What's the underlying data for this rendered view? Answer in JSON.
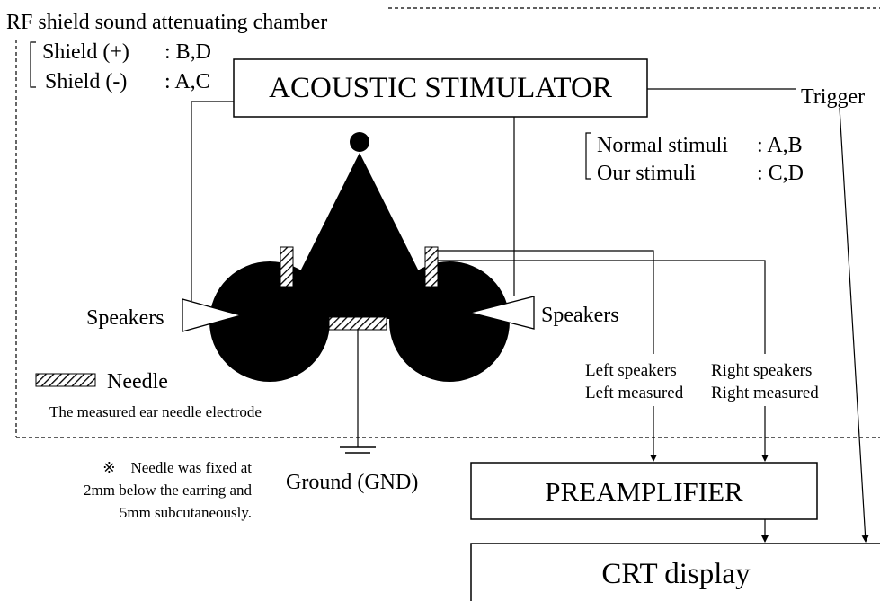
{
  "chamber": {
    "title": "RF shield sound attenuating chamber"
  },
  "shield": {
    "plus_label": "Shield (+)",
    "plus_value": ": B,D",
    "minus_label": "Shield (-)",
    "minus_value": ": A,C"
  },
  "stimulator": {
    "label": "ACOUSTIC STIMULATOR"
  },
  "trigger": {
    "label": "Trigger"
  },
  "stimuli": {
    "normal_label": "Normal stimuli",
    "normal_value": ": A,B",
    "our_label": "Our stimuli",
    "our_value": ": C,D"
  },
  "speakers": {
    "left_label": "Speakers",
    "right_label": "Speakers"
  },
  "legend": {
    "needle_label": "Needle",
    "electrode_caption": "The measured ear needle electrode"
  },
  "channels": {
    "left_speakers": "Left speakers",
    "left_measured": "Left measured",
    "right_speakers": "Right speakers",
    "right_measured": "Right measured"
  },
  "note": {
    "line1": "※　Needle was fixed at",
    "line2": "2mm below the earring and",
    "line3": "5mm subcutaneously."
  },
  "ground": {
    "label": "Ground (GND)"
  },
  "preamplifier": {
    "label": "PREAMPLIFIER"
  },
  "display": {
    "label": "CRT display"
  },
  "colors": {
    "ink": "#000000",
    "background": "#ffffff"
  }
}
